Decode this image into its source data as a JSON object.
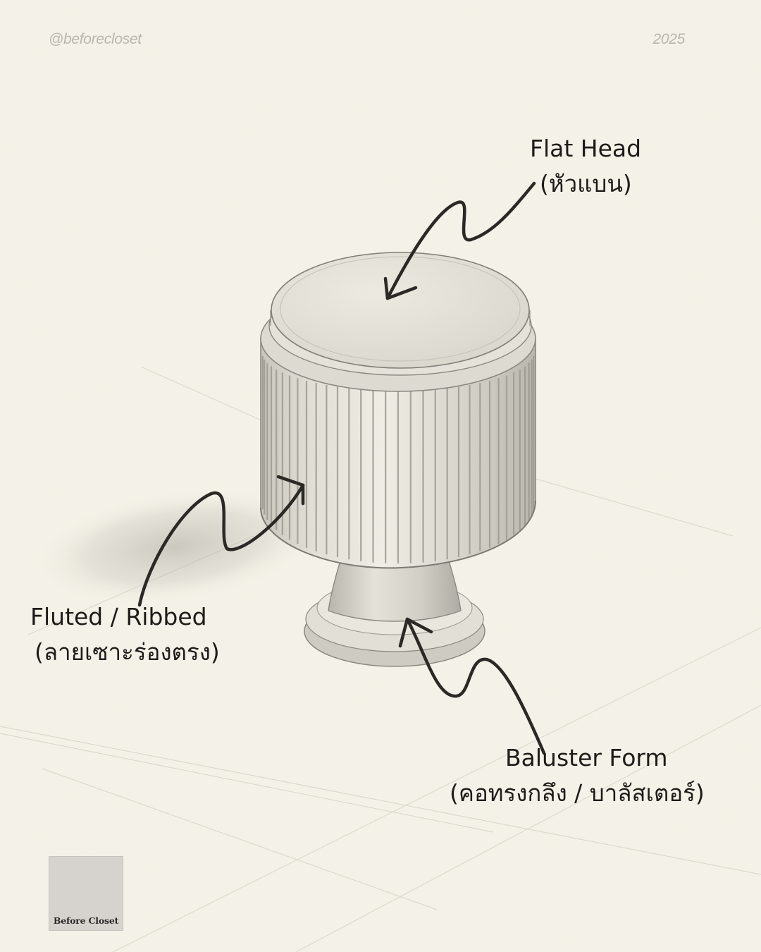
{
  "header": {
    "handle": "@beforecloset",
    "year": "2025"
  },
  "annotations": {
    "flat_head": {
      "en": "Flat Head",
      "th": "(หัวแบน)"
    },
    "fluted": {
      "en": "Fluted / Ribbed",
      "th": "(ลายเซาะร่องตรง)"
    },
    "baluster": {
      "en": "Baluster Form",
      "th": "(คอทรงกลึง / บาลัสเตอร์)"
    }
  },
  "brand": {
    "logo_text": "Before Closet"
  },
  "colors": {
    "paper": "#f6f3e9",
    "ink": "#1d1c1a",
    "graphite": "#8a8780",
    "muted_header": "#b9b6ad",
    "logo_bg": "#d6d3cf"
  },
  "icons": [
    "flat-head-arrow-icon",
    "fluted-arrow-icon",
    "baluster-arrow-icon"
  ]
}
